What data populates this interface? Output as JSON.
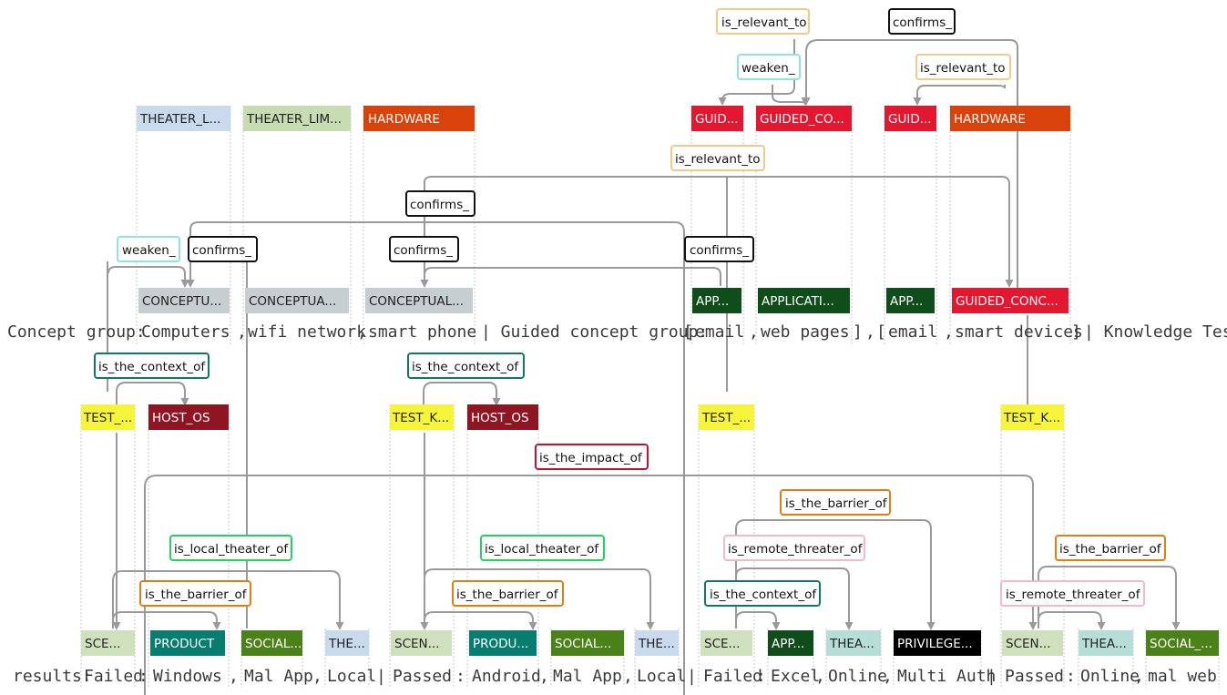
{
  "colors": {
    "theater_lightblue": "#c9daed",
    "theater_green": "#c7dcb3",
    "hardware": "#d9420b",
    "guided": "#e3172f",
    "conceptual": "#c6cecf",
    "application": "#0f4d1a",
    "test": "#f7f53a",
    "host_os": "#8f1522",
    "scenario": "#cfe0bd",
    "product": "#067d6f",
    "social": "#4b8119",
    "theater_teal": "#b6ddd6",
    "privilege": "#000000",
    "rel_orange": "#f2c98b",
    "rel_black": "#111111",
    "rel_aqua": "#8fe6d7",
    "rel_teal": "#0d7a5f",
    "rel_red": "#c8102e",
    "rel_green": "#22d45a",
    "rel_darkorange": "#e07e12",
    "rel_pink": "#f6b8c8",
    "arc": "#9a9a9a"
  },
  "sentence1": {
    "tokens": [
      "Concept group:",
      "Computers",
      ",",
      "wifi network",
      ",",
      "smart phone",
      "| Guided concept group:",
      "[",
      "email",
      ",",
      "web pages",
      "]",
      ",",
      "[",
      "email",
      ",",
      "smart devices",
      "]",
      "| Knowledge Test"
    ]
  },
  "sentence2": {
    "tokens": [
      "results:",
      "Failed",
      ":",
      "Windows",
      ",",
      "Mal App",
      ",",
      "Local",
      "|",
      "Passed",
      ":",
      "Android",
      ",",
      "Mal App",
      ",",
      "Local",
      "|",
      "Failed",
      ":",
      "Excel",
      ",",
      "Online",
      ",",
      "Multi Auth",
      "|",
      "Passed",
      ":",
      "Online",
      ",",
      "mal web"
    ]
  },
  "entity_tags": {
    "top": [
      "THEATER_L...",
      "THEATER_LIM...",
      "HARDWARE",
      "GUID...",
      "GUIDED_CO...",
      "GUID...",
      "HARDWARE"
    ],
    "row1": [
      "CONCEPTU...",
      "CONCEPTUA...",
      "CONCEPTUAL...",
      "APP...",
      "APPLICATI...",
      "APP...",
      "GUIDED_CONC..."
    ],
    "mid": [
      "TEST_...",
      "HOST_OS",
      "TEST_K...",
      "HOST_OS",
      "TEST_...",
      "TEST_K..."
    ],
    "row2": [
      "SCE...",
      "PRODUCT",
      "SOCIAL...",
      "THE...",
      "SCEN...",
      "PRODU...",
      "SOCIAL...",
      "THE...",
      "SCE...",
      "APP...",
      "THEA...",
      "PRIVILEGE...",
      "SCEN...",
      "THEA...",
      "SOCIAL_..."
    ]
  },
  "relations": {
    "r01": "is_relevant_to",
    "r02": "confirms_",
    "r03": "weaken_",
    "r04": "is_relevant_to",
    "r05": "is_relevant_to",
    "r06": "confirms_",
    "r07": "weaken_",
    "r08": "confirms_",
    "r09": "confirms_",
    "r10": "confirms_",
    "r11": "is_the_context_of",
    "r12": "is_the_context_of",
    "r13": "is_the_impact_of",
    "r14": "is_the_barrier_of",
    "r15": "is_local_theater_of",
    "r16": "is_local_theater_of",
    "r17": "is_remote_threater_of",
    "r18": "is_the_barrier_of",
    "r19": "is_the_barrier_of",
    "r20": "is_the_barrier_of",
    "r21": "is_the_context_of",
    "r22": "is_remote_threater_of"
  }
}
